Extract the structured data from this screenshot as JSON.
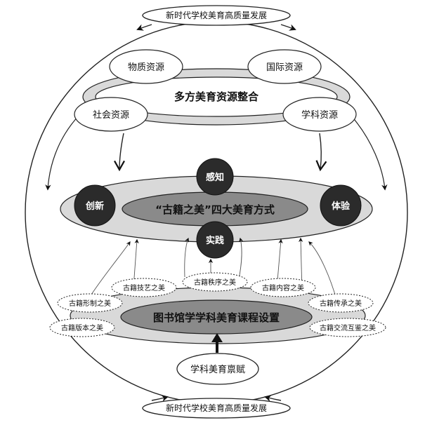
{
  "top_banner": "新时代学校美育高质量发展",
  "bottom_banner": "新时代学校美育高质量发展",
  "resource_title": "多方美育资源整合",
  "resources": [
    "物质资源",
    "国际资源",
    "社会资源",
    "学科资源"
  ],
  "methods_title": "“古籍之美”四大美育方式",
  "methods": [
    "感知",
    "创新",
    "体验",
    "实践"
  ],
  "course_title": "图书馆学学科美育课程设置",
  "beauties": [
    "古籍技艺之美",
    "古籍秩序之美",
    "古籍内容之美",
    "古籍形制之美",
    "古籍传承之美",
    "古籍版本之美",
    "古籍交流互鉴之美"
  ],
  "endowment": "学科美育禀赋",
  "colors": {
    "dark_circle": "#2b2b2b",
    "mid_ellipse": "#8a8a8a",
    "light_ring": "#d9d9d9"
  }
}
